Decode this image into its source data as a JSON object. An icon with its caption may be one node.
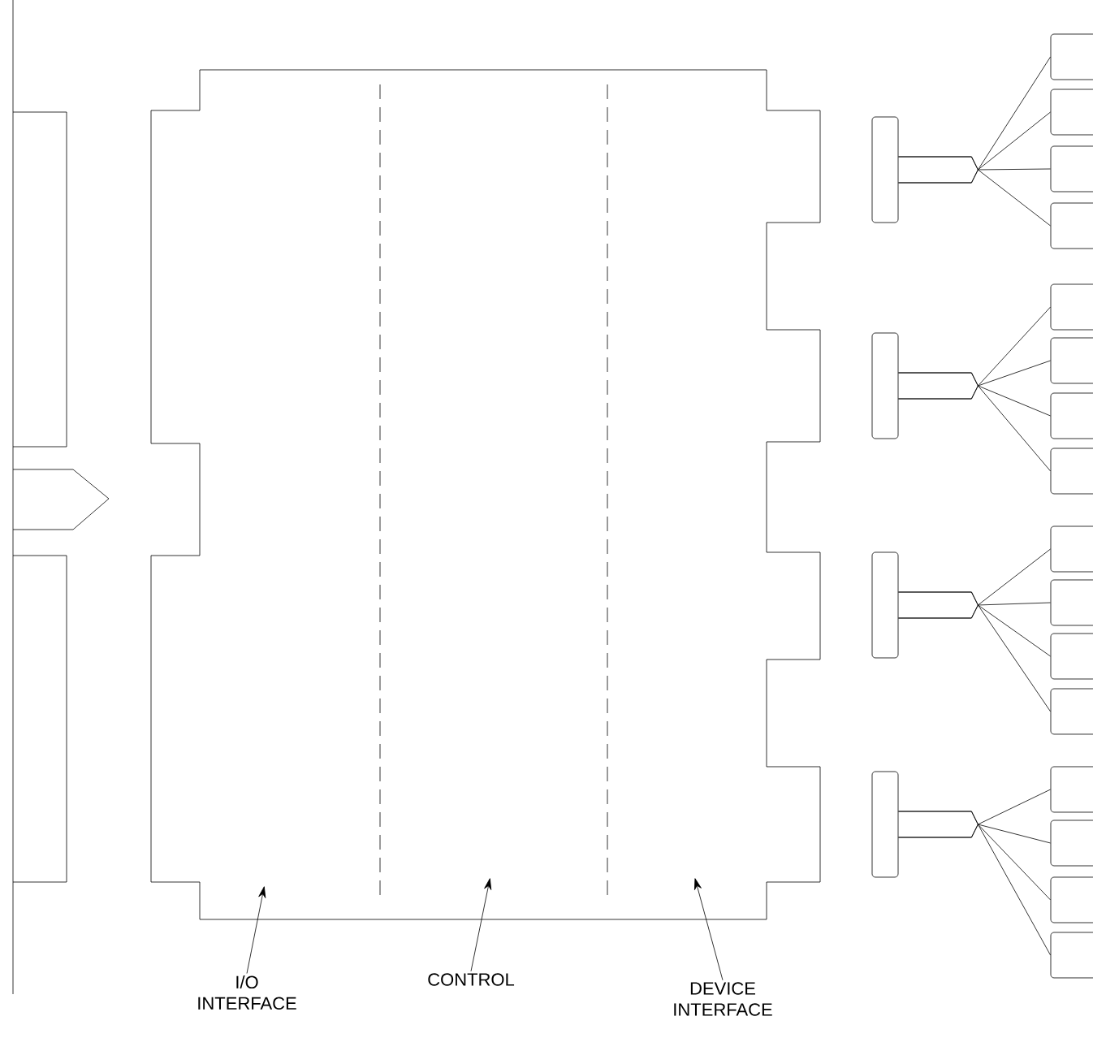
{
  "diagram": {
    "nodes": [
      {
        "text": [],
        "shape": "box"
      },
      {
        "text": [
          "I/O INTERFACE"
        ]
      },
      {
        "text": [
          "CONTROL"
        ]
      },
      {
        "text": [
          "DEVICE INTERFACE"
        ]
      },
      {
        "text": [],
        "shape": "box"
      },
      {
        "text": [],
        "shape": "box"
      },
      {
        "text": [],
        "shape": "box"
      },
      {
        "text": [],
        "shape": "box"
      },
      {
        "text": [],
        "shape": "box"
      },
      {
        "text": [],
        "shape": "box"
      },
      {
        "text": [],
        "shape": "box"
      },
      {
        "text": [],
        "shape": "box"
      },
      {
        "text": [],
        "shape": "box"
      },
      {
        "text": [],
        "shape": "box"
      },
      {
        "text": [],
        "shape": "box"
      },
      {
        "text": [],
        "shape": "box"
      },
      {
        "text": [],
        "shape": "box"
      },
      {
        "text": [],
        "shape": "box"
      },
      {
        "text": [],
        "shape": "box"
      },
      {
        "text": [],
        "shape": "box"
      },
      {
        "text": [],
        "shape": "box"
      },
      {
        "text": [],
        "shape": "box"
      },
      {
        "text": [],
        "shape": "box"
      },
      {
        "text": [],
        "shape": "box"
      }
    ],
    "edges": [
      {
        "from": 1,
        "to": 0,
        "arrow": "to"
      },
      {
        "from": 2,
        "to": 0,
        "arrow": "to"
      },
      {
        "from": 3,
        "to": 0,
        "arrow": "to"
      },
      {
        "from": 4,
        "to": 8,
        "arrow": "none"
      },
      {
        "from": 4,
        "to": 9,
        "arrow": "none"
      },
      {
        "from": 4,
        "to": 10,
        "arrow": "none"
      },
      {
        "from": 4,
        "to": 11,
        "arrow": "none"
      },
      {
        "from": 5,
        "to": 12,
        "arrow": "none"
      },
      {
        "from": 5,
        "to": 13,
        "arrow": "none"
      },
      {
        "from": 5,
        "to": 14,
        "arrow": "none"
      },
      {
        "from": 5,
        "to": 15,
        "arrow": "none"
      },
      {
        "from": 6,
        "to": 16,
        "arrow": "none"
      },
      {
        "from": 6,
        "to": 17,
        "arrow": "none"
      },
      {
        "from": 6,
        "to": 18,
        "arrow": "none"
      },
      {
        "from": 6,
        "to": 19,
        "arrow": "none"
      },
      {
        "from": 7,
        "to": 20,
        "arrow": "none"
      },
      {
        "from": 7,
        "to": 21,
        "arrow": "none"
      },
      {
        "from": 7,
        "to": 22,
        "arrow": "none"
      },
      {
        "from": 7,
        "to": 23,
        "arrow": "none"
      }
    ]
  }
}
